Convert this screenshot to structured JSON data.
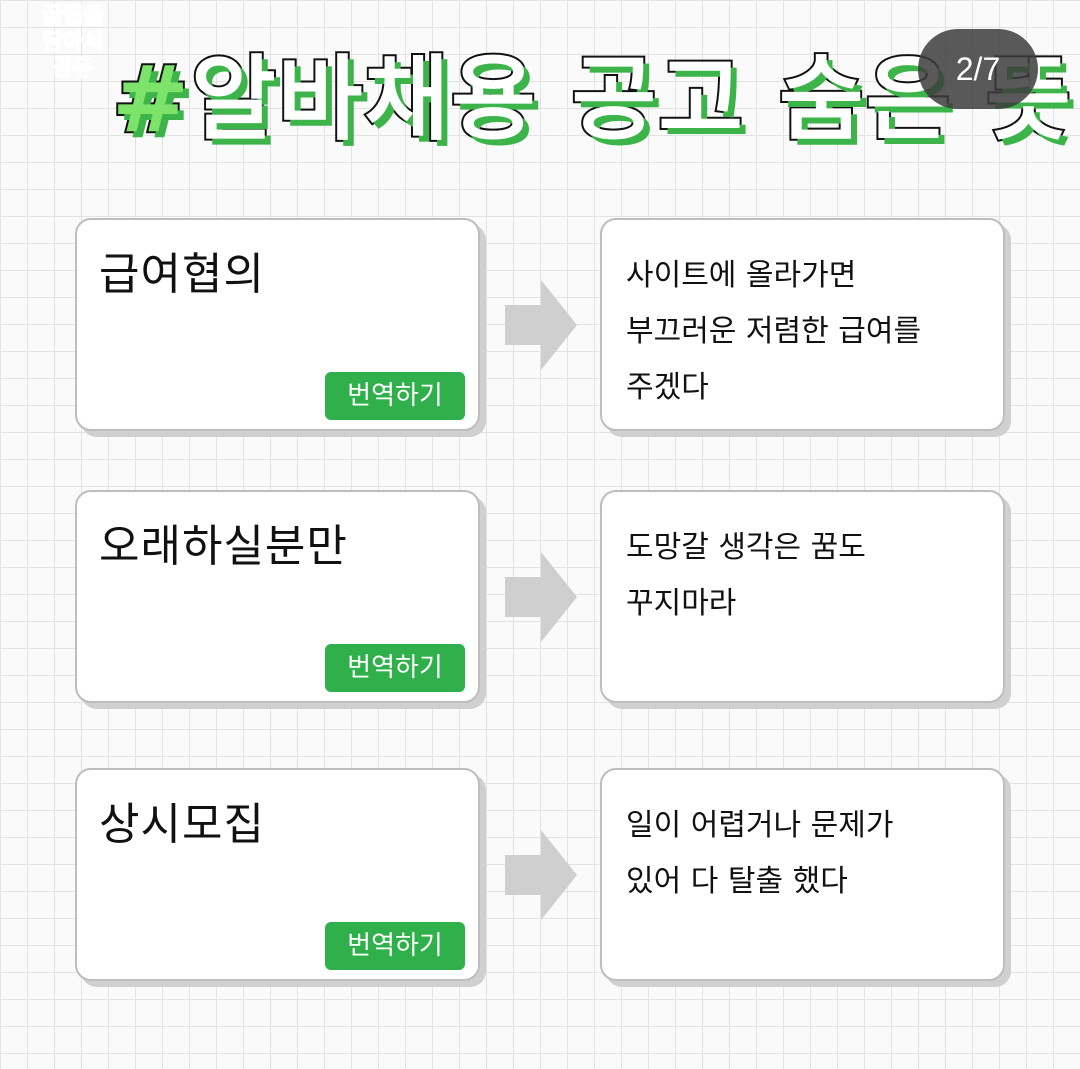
{
  "logo": {
    "lines": [
      "꿀팁을",
      "담아서",
      "공유"
    ]
  },
  "title": {
    "hash": "#",
    "text": "알바채용 공고 숨은 뜻"
  },
  "page_indicator": "2/7",
  "rows": [
    {
      "term": "급여협의",
      "button": "번역하기",
      "meaning": "사이트에 올라가면\n부끄러운 저렴한 급여를\n주겠다"
    },
    {
      "term": "오래하실분만",
      "button": "번역하기",
      "meaning": "도망갈 생각은 꿈도\n꾸지마라"
    },
    {
      "term": "상시모집",
      "button": "번역하기",
      "meaning": "일이 어렵거나 문제가\n있어 다 탈출 했다"
    }
  ],
  "colors": {
    "button_green": "#30b04a",
    "title_shadow_green": "#3cb44a",
    "hash_green": "#7ee36b",
    "logo_pink": "#f05a9a",
    "arrow_gray": "#cfcfcf"
  },
  "icons": {
    "arrow": "right-arrow-icon"
  }
}
